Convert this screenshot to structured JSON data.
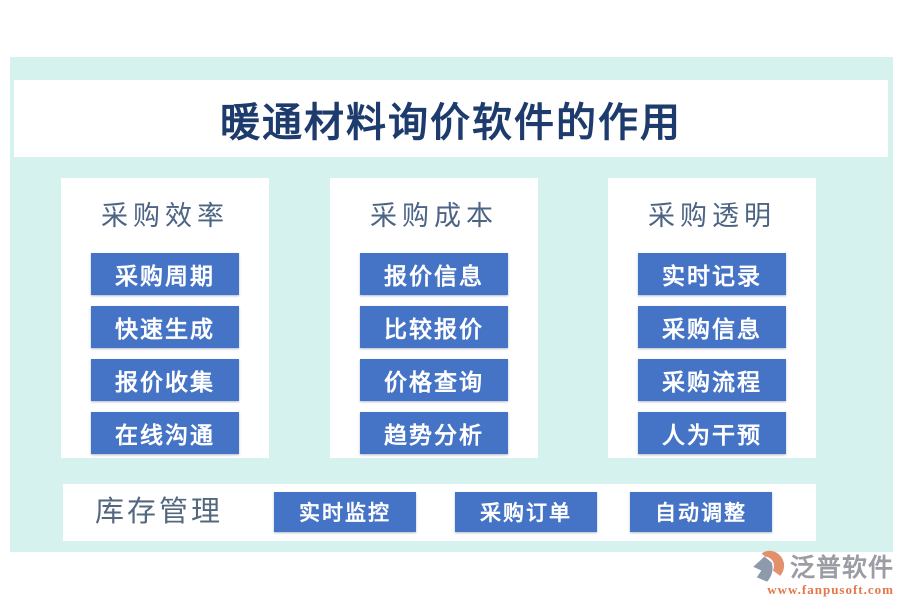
{
  "title": "暖通材料询价软件的作用",
  "columns": [
    {
      "header": "采购效率",
      "buttons": [
        "采购周期",
        "快速生成",
        "报价收集",
        "在线沟通"
      ]
    },
    {
      "header": "采购成本",
      "buttons": [
        "报价信息",
        "比较报价",
        "价格查询",
        "趋势分析"
      ]
    },
    {
      "header": "采购透明",
      "buttons": [
        "实时记录",
        "采购信息",
        "采购流程",
        "人为干预"
      ]
    }
  ],
  "bottom": {
    "label": "库存管理",
    "buttons": [
      "实时监控",
      "采购订单",
      "自动调整"
    ]
  },
  "footer": {
    "brand": "泛普软件",
    "url": "www.fanpusoft.com"
  },
  "colors": {
    "page_background": "#ffffff",
    "panel_background": "#d6f2ee",
    "card_background": "#ffffff",
    "button_blue": "#4573c6",
    "button_text": "#ffffff",
    "title_navy": "#1e3b6d",
    "header_slate": "#4d6585",
    "brand_gray": "#9b9ca4",
    "brand_orange": "#e4764a"
  }
}
